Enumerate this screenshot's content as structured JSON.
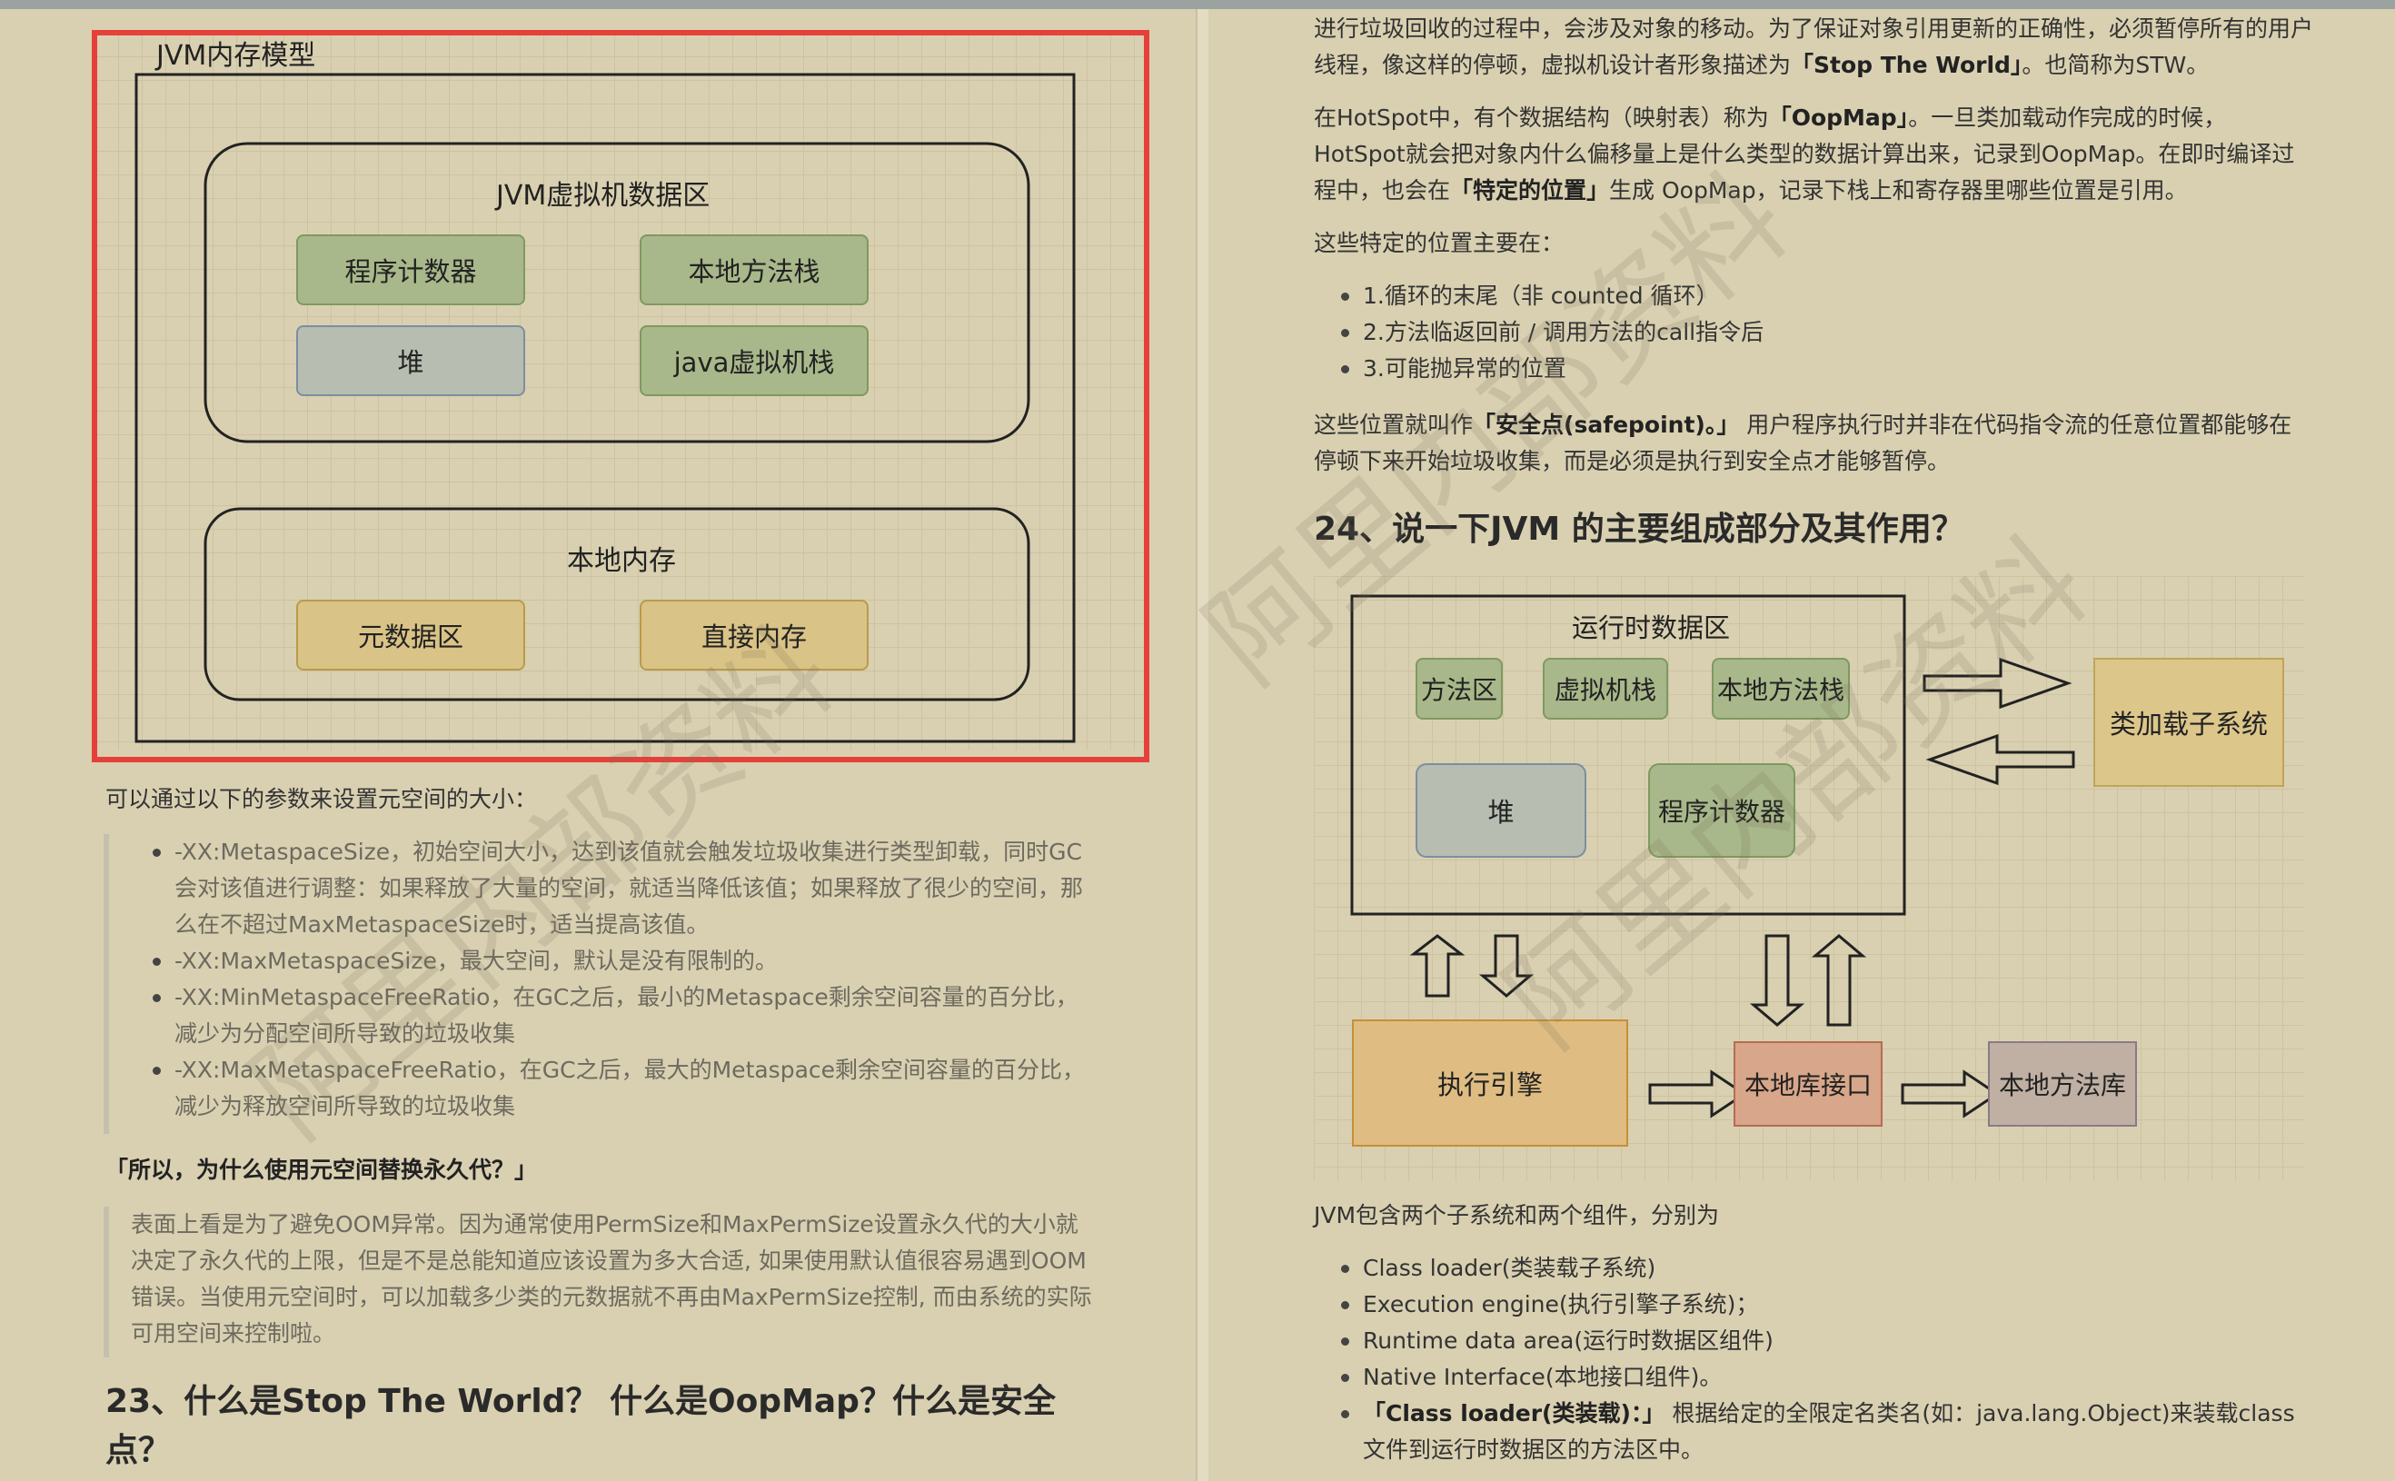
{
  "watermark": "阿里内部资料",
  "left": {
    "diagram": {
      "title": "JVM内存模型",
      "data_area_title": "JVM虚拟机数据区",
      "program_counter": "程序计数器",
      "native_method_stack": "本地方法栈",
      "heap": "堆",
      "java_vm_stack": "java虚拟机栈",
      "native_memory_title": "本地内存",
      "metaspace": "元数据区",
      "direct_memory": "直接内存"
    },
    "intro": "可以通过以下的参数来设置元空间的大小：",
    "params": [
      "-XX:MetaspaceSize，初始空间大小，达到该值就会触发垃圾收集进行类型卸载，同时GC会对该值进行调整：如果释放了大量的空间，就适当降低该值；如果释放了很少的空间，那么在不超过MaxMetaspaceSize时，适当提高该值。",
      "-XX:MaxMetaspaceSize，最大空间，默认是没有限制的。",
      "-XX:MinMetaspaceFreeRatio，在GC之后，最小的Metaspace剩余空间容量的百分比，减少为分配空间所导致的垃圾收集",
      "-XX:MaxMetaspaceFreeRatio，在GC之后，最大的Metaspace剩余空间容量的百分比，减少为释放空间所导致的垃圾收集"
    ],
    "why_question": "「所以，为什么使用元空间替换永久代？」",
    "why_answer": "表面上看是为了避免OOM异常。因为通常使用PermSize和MaxPermSize设置永久代的大小就决定了永久代的上限，但是不是总能知道应该设置为多大合适, 如果使用默认值很容易遇到OOM错误。当使用元空间时，可以加载多少类的元数据就不再由MaxPermSize控制, 而由系统的实际可用空间来控制啦。",
    "heading_23": "23、什么是Stop The World？ 什么是OopMap？什么是安全点？"
  },
  "right": {
    "p1_a": "进行垃圾回收的过程中，会涉及对象的移动。为了保证对象引用更新的正确性，必须暂停所有的用户线程，像这样的停顿，虚拟机设计者形象描述为",
    "p1_bold": "「Stop The World」",
    "p1_b": "。也简称为STW。",
    "p2_a": "在HotSpot中，有个数据结构（映射表）称为",
    "p2_bold": "「OopMap」",
    "p2_b": "。一旦类加载动作完成的时候，HotSpot就会把对象内什么偏移量上是什么类型的数据计算出来，记录到OopMap。在即时编译过程中，也会在",
    "p2_bold2": "「特定的位置」",
    "p2_c": "生成 OopMap，记录下栈上和寄存器里哪些位置是引用。",
    "p3": "这些特定的位置主要在：",
    "positions": [
      "1.循环的末尾（非 counted 循环）",
      "2.方法临返回前 / 调用方法的call指令后",
      "3.可能抛异常的位置"
    ],
    "p4_a": "这些位置就叫作",
    "p4_bold": "「安全点(safepoint)。」",
    "p4_b": " 用户程序执行时并非在代码指令流的任意位置都能够在停顿下来开始垃圾收集，而是必须是执行到安全点才能够暂停。",
    "heading_24": "24、说一下JVM 的主要组成部分及其作用？",
    "diagram": {
      "runtime_title": "运行时数据区",
      "method_area": "方法区",
      "vm_stack": "虚拟机栈",
      "native_method_stack": "本地方法栈",
      "heap": "堆",
      "program_counter": "程序计数器",
      "class_loader": "类加载子系统",
      "execution_engine": "执行引擎",
      "native_interface": "本地库接口",
      "native_library": "本地方法库"
    },
    "p5": "JVM包含两个子系统和两个组件，分别为",
    "components": [
      "Class loader(类装载子系统)",
      "Execution engine(执行引擎子系统)；",
      "Runtime data area(运行时数据区组件)",
      "Native Interface(本地接口组件)。"
    ],
    "last_bold": "「Class loader(类装载)：」",
    "last_text": " 根据给定的全限定名类名(如：java.lang.Object)来装载class文件到运行时数据区的方法区中。"
  }
}
